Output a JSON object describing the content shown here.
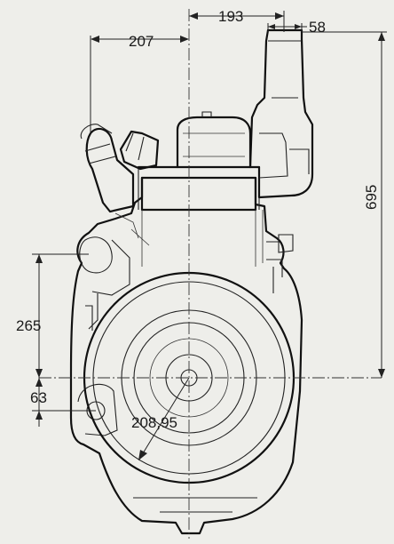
{
  "dimensions": {
    "dim_207": "207",
    "dim_193": "193",
    "dim_58": "58",
    "dim_695": "695",
    "dim_265": "265",
    "dim_63": "63",
    "dim_radius": "208,95"
  },
  "colors": {
    "background": "#eeeeea",
    "line": "#111111"
  }
}
